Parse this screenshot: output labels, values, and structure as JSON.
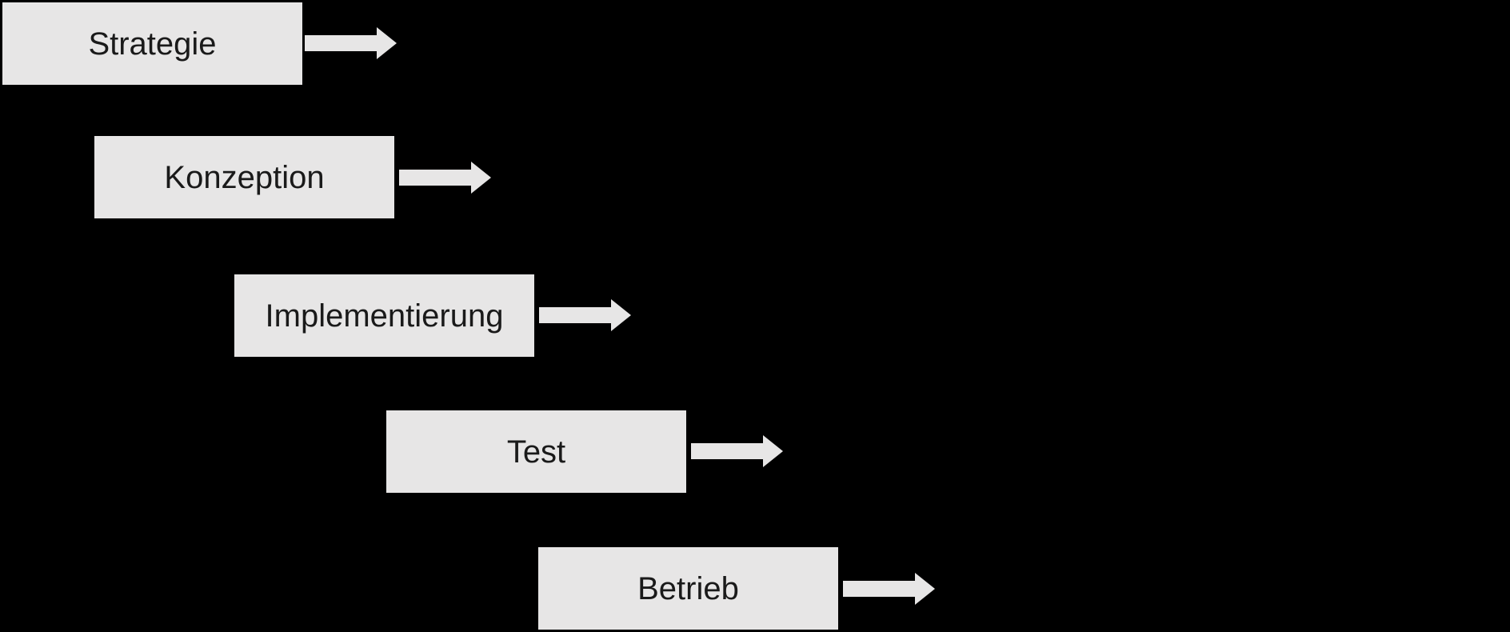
{
  "diagram": {
    "type": "process-flow-waterfall",
    "background_color": "#000000",
    "box_fill": "#e7e6e6",
    "box_text_color": "#1a1a1a",
    "arrow_fill": "#e7e6e6",
    "arrow_icon": "arrow-right-icon",
    "steps": [
      {
        "label": "Strategie"
      },
      {
        "label": "Konzeption"
      },
      {
        "label": "Implementierung"
      },
      {
        "label": "Test"
      },
      {
        "label": "Betrieb"
      }
    ]
  }
}
